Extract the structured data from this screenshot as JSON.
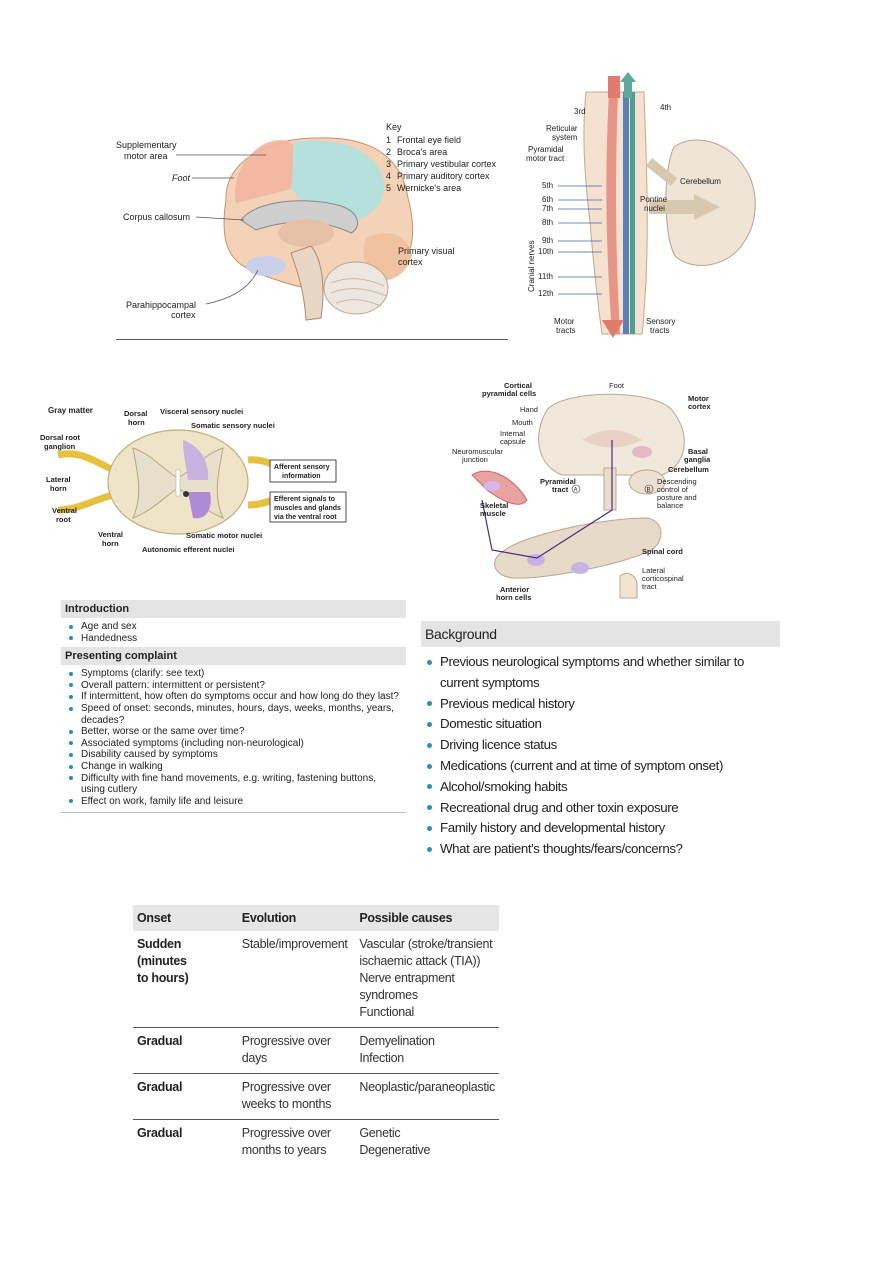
{
  "brain_figure": {
    "labels": {
      "supplementary_line1": "Supplementary",
      "supplementary_line2": "motor area",
      "foot": "Foot",
      "corpus_callosum": "Corpus callosum",
      "parahippocampal_line1": "Parahippocampal",
      "parahippocampal_line2": "cortex",
      "primary_visual_line1": "Primary visual",
      "primary_visual_line2": "cortex"
    },
    "key_title": "Key",
    "key_items": [
      {
        "num": "1",
        "text": "Frontal eye field"
      },
      {
        "num": "2",
        "text": "Broca's area"
      },
      {
        "num": "3",
        "text": "Primary vestibular cortex"
      },
      {
        "num": "4",
        "text": "Primary auditory cortex"
      },
      {
        "num": "5",
        "text": "Wernicke's area"
      }
    ]
  },
  "brainstem_figure": {
    "labels": {
      "third": "3rd",
      "fourth": "4th",
      "reticular_line1": "Reticular",
      "reticular_line2": "system",
      "pyramidal_line1": "Pyramidal",
      "pyramidal_line2": "motor tract",
      "cerebellum": "Cerebellum",
      "pontine_line1": "Pontine",
      "pontine_line2": "nuclei",
      "cranial_nerves": "Cranial nerves",
      "motor_line1": "Motor",
      "motor_line2": "tracts",
      "sensory_line1": "Sensory",
      "sensory_line2": "tracts"
    },
    "nerves": [
      "5th",
      "6th",
      "7th",
      "8th",
      "9th",
      "10th",
      "11th",
      "12th"
    ]
  },
  "spinal_figure": {
    "labels": {
      "gray_matter": "Gray matter",
      "dorsal_horn_line1": "Dorsal",
      "dorsal_horn_line2": "horn",
      "visceral": "Visceral sensory nuclei",
      "somatic_sensory": "Somatic sensory nuclei",
      "dorsal_root_line1": "Dorsal root",
      "dorsal_root_line2": "ganglion",
      "lateral_horn_line1": "Lateral",
      "lateral_horn_line2": "horn",
      "ventral_root_line1": "Ventral",
      "ventral_root_line2": "root",
      "ventral_horn_line1": "Ventral",
      "ventral_horn_line2": "horn",
      "somatic_motor": "Somatic motor nuclei",
      "autonomic": "Autonomic efferent nuclei",
      "afferent_line1": "Afferent sensory",
      "afferent_line2": "information",
      "efferent_line1": "Efferent signals to",
      "efferent_line2": "muscles and glands",
      "efferent_line3": "via the ventral root"
    }
  },
  "motor_figure": {
    "labels": {
      "cortical_line1": "Cortical",
      "cortical_line2": "pyramidal cells",
      "foot": "Foot",
      "motor_cortex_line1": "Motor",
      "motor_cortex_line2": "cortex",
      "hand": "Hand",
      "mouth": "Mouth",
      "internal_line1": "Internal",
      "internal_line2": "capsule",
      "nmj_line1": "Neuromuscular",
      "nmj_line2": "junction",
      "basal_line1": "Basal",
      "basal_line2": "ganglia",
      "cerebellum": "Cerebellum",
      "pyramidal_line1": "Pyramidal",
      "pyramidal_line2": "tract",
      "marker_a": "A",
      "marker_b": "B",
      "descending_line1": "Descending",
      "descending_line2": "control of",
      "descending_line3": "posture and",
      "descending_line4": "balance",
      "skeletal_line1": "Skeletal",
      "skeletal_line2": "muscle",
      "spinal_cord": "Spinal cord",
      "lateral_line1": "Lateral",
      "lateral_line2": "corticospinal",
      "lateral_line3": "tract",
      "anterior_line1": "Anterior",
      "anterior_line2": "horn cells"
    }
  },
  "history_box": {
    "introduction_title": "Introduction",
    "introduction_items": [
      "Age and sex",
      "Handedness"
    ],
    "presenting_title": "Presenting complaint",
    "presenting_items": [
      "Symptoms (clarify: see text)",
      "Overall pattern: intermittent or persistent?",
      "If intermittent, how often do symptoms occur and how long do they last?",
      "Speed of onset: seconds, minutes, hours, days, weeks, months, years, decades?",
      "Better, worse or the same over time?",
      "Associated symptoms (including non-neurological)",
      "Disability caused by symptoms",
      "Change in walking",
      "Difficulty with fine hand movements, e.g. writing, fastening buttons, using cutlery",
      "Effect on work, family life and leisure"
    ]
  },
  "background_box": {
    "title": "Background",
    "items": [
      "Previous neurological symptoms and whether similar to current symptoms",
      "Previous medical history",
      "Domestic situation",
      "Driving licence status",
      "Medications (current and at time of symptom onset)",
      "Alcohol/smoking habits",
      "Recreational drug and other toxin exposure",
      "Family history and developmental history",
      "What are patient's thoughts/fears/concerns?"
    ]
  },
  "onset_table": {
    "headers": [
      "Onset",
      "Evolution",
      "Possible causes"
    ],
    "rows": [
      {
        "onset": [
          "Sudden (minutes",
          "to hours)"
        ],
        "evolution": [
          "Stable/improvement"
        ],
        "causes": [
          "Vascular (stroke/transient",
          "ischaemic attack (TIA))",
          "Nerve entrapment",
          "syndromes",
          "Functional"
        ]
      },
      {
        "onset": [
          "Gradual"
        ],
        "evolution": [
          "Progressive over",
          "days"
        ],
        "causes": [
          "Demyelination",
          "Infection"
        ]
      },
      {
        "onset": [
          "Gradual"
        ],
        "evolution": [
          "Progressive over",
          "weeks to months"
        ],
        "causes": [
          "Neoplastic/paraneoplastic"
        ]
      },
      {
        "onset": [
          "Gradual"
        ],
        "evolution": [
          "Progressive over",
          "months to years"
        ],
        "causes": [
          "Genetic",
          "Degenerative"
        ]
      }
    ]
  },
  "colors": {
    "accent_bullet": "#2c8fb5",
    "header_band": "#e4e4e4"
  }
}
